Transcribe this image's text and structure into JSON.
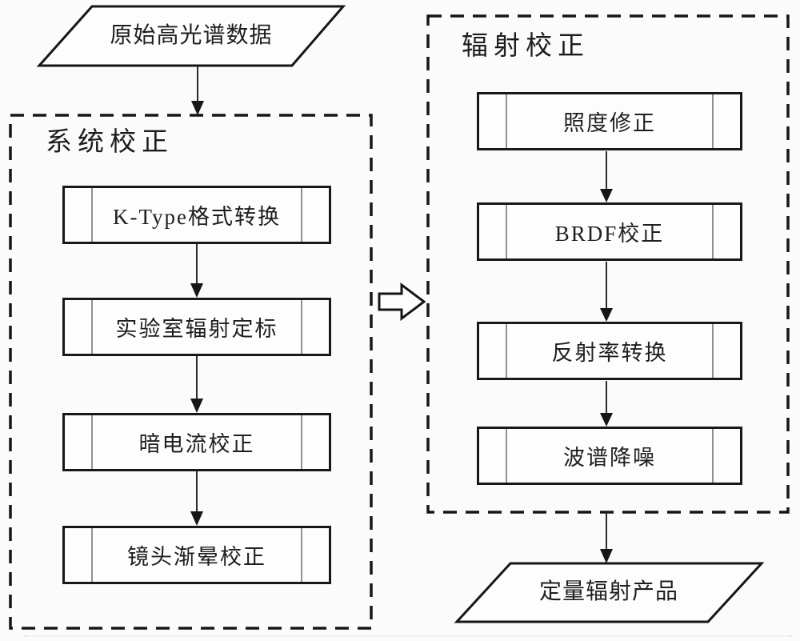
{
  "page": {
    "background": "#fbfbfb",
    "line_color": "#161616",
    "text_color": "#1f1f1f"
  },
  "flow": {
    "input_label": "原始高光谱数据",
    "output_label": "定量辐射产品",
    "groups": [
      {
        "title": "系统校正",
        "steps": [
          "K-Type格式转换",
          "实验室辐射定标",
          "暗电流校正",
          "镜头渐晕校正"
        ]
      },
      {
        "title": "辐射校正",
        "steps": [
          "照度修正",
          "BRDF校正",
          "反射率转换",
          "波谱降噪"
        ]
      }
    ]
  }
}
